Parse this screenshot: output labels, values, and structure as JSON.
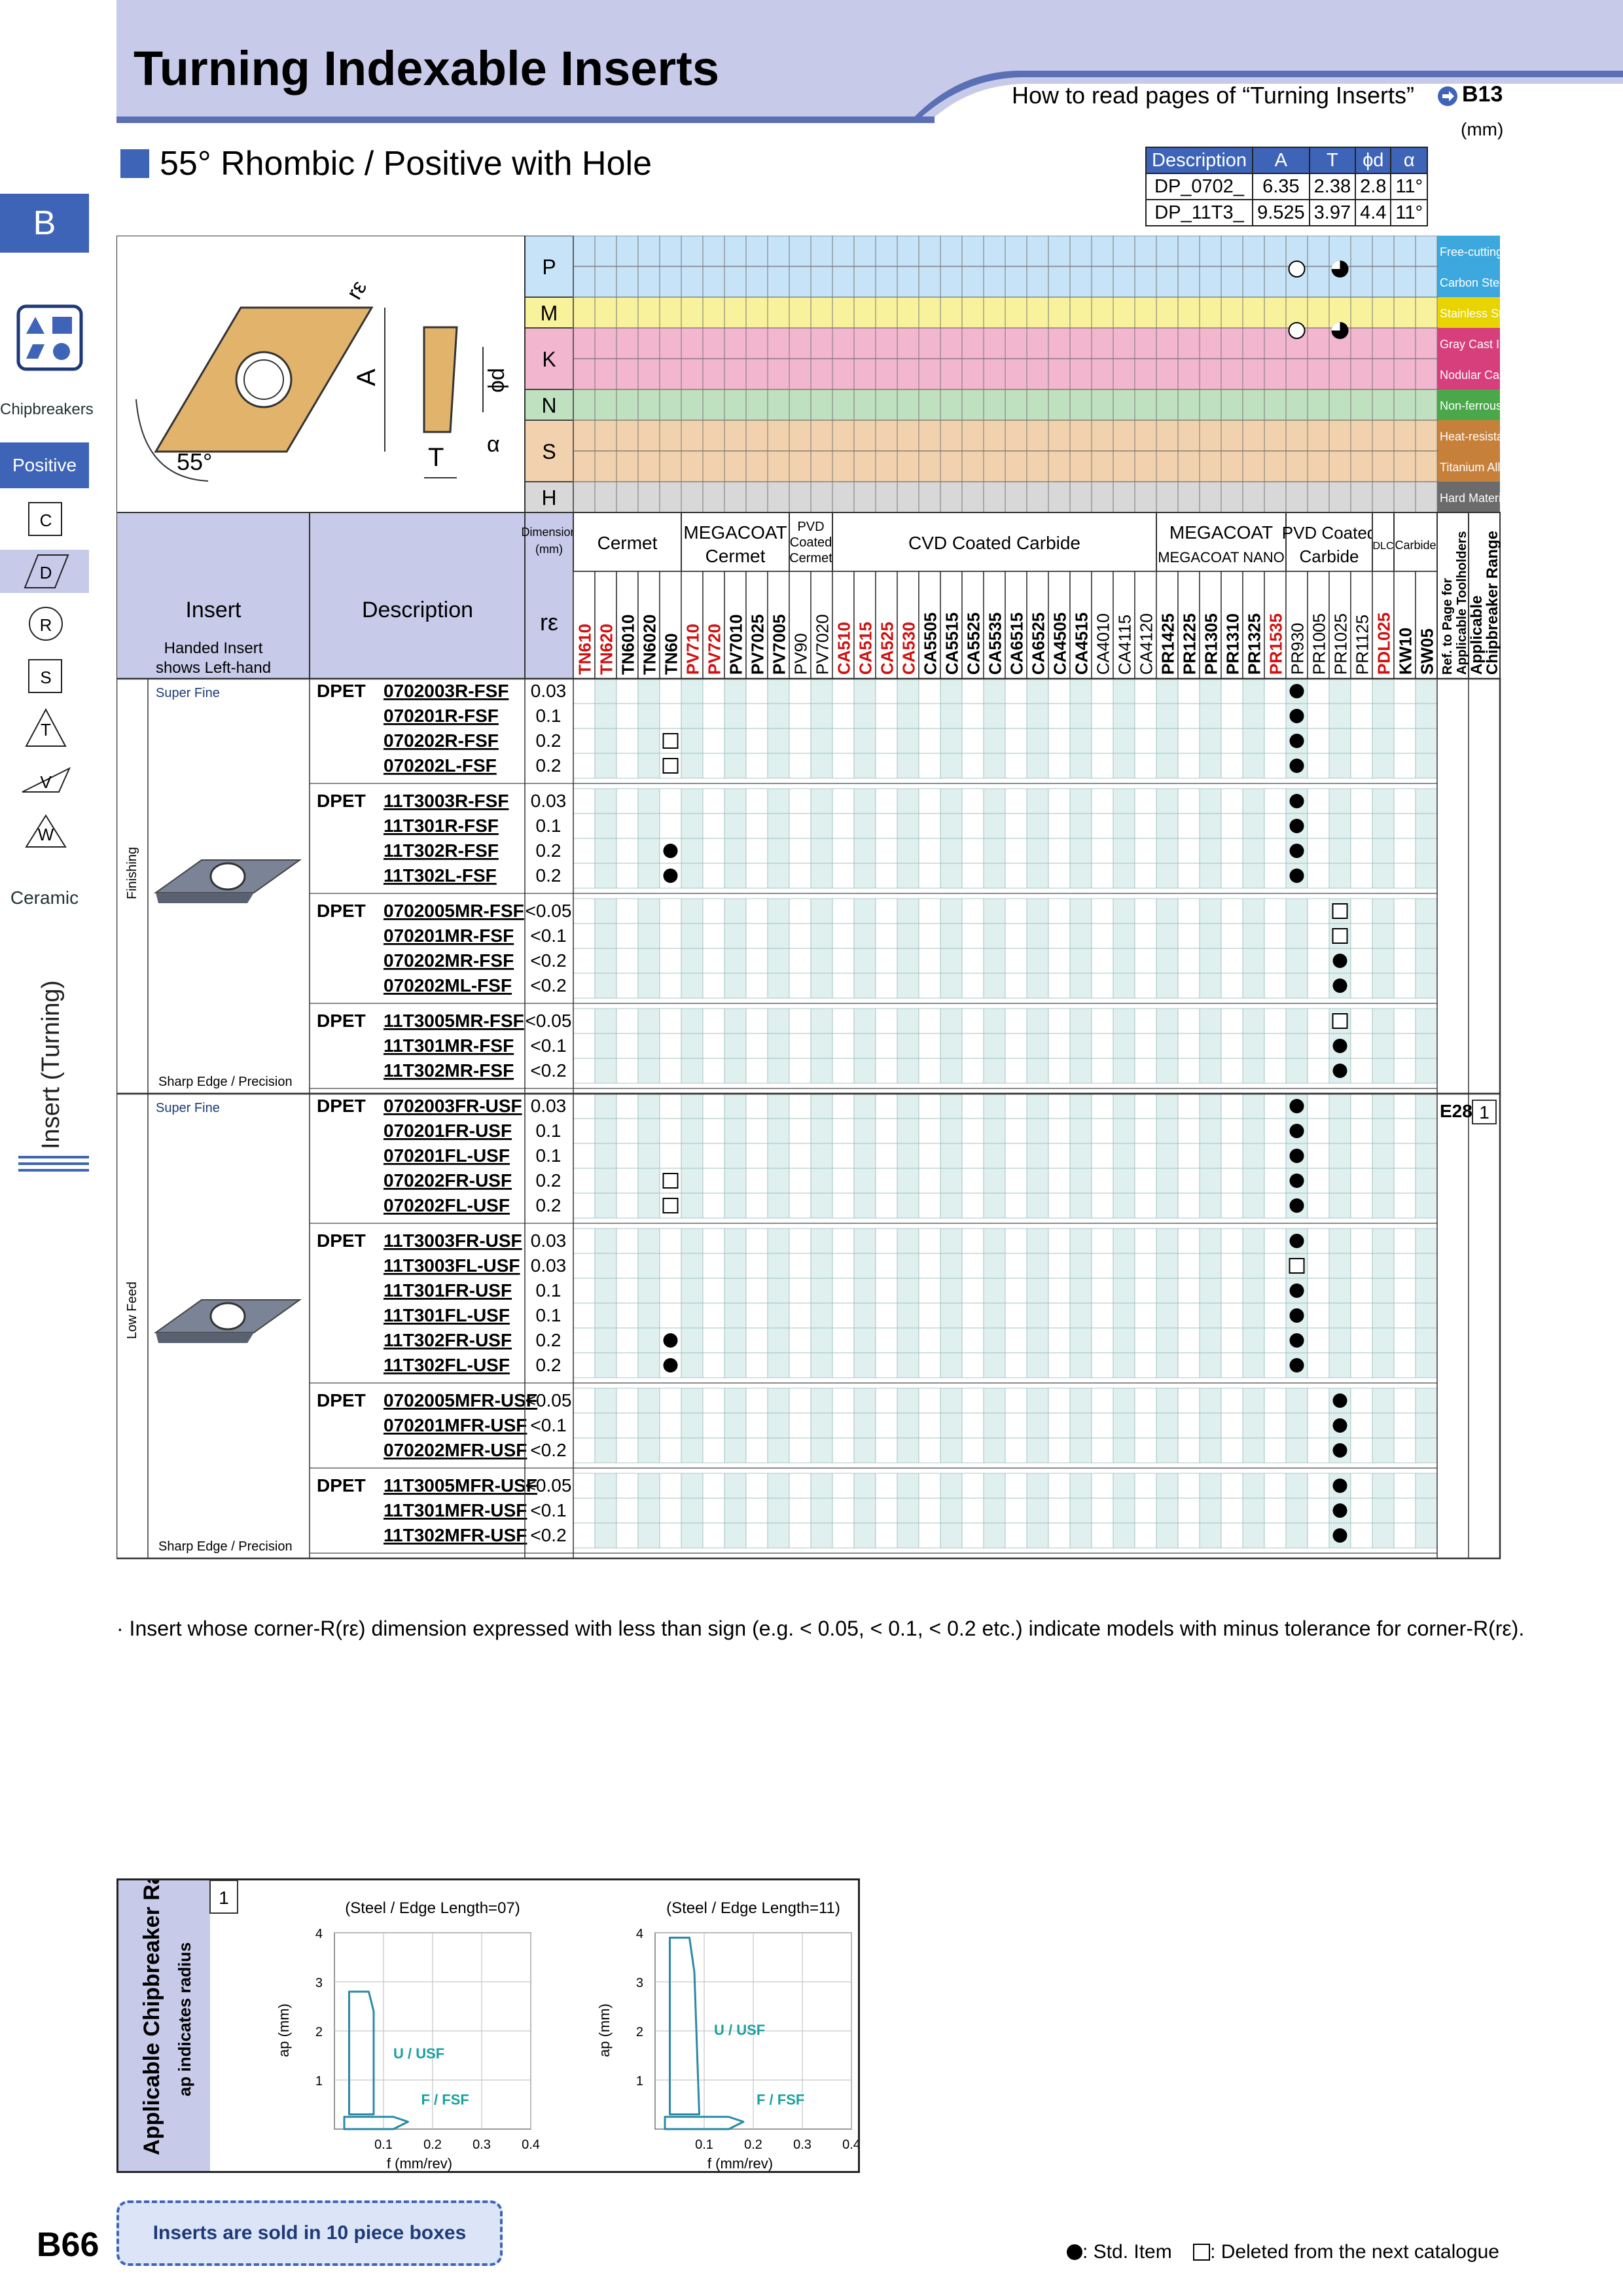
{
  "header": {
    "title": "Turning Indexable Inserts",
    "howto": "How to read pages of “Turning Inserts”",
    "howto_ref": "B13"
  },
  "section": {
    "title": "55° Rhombic / Positive with Hole",
    "unit": "(mm)"
  },
  "spec_table": {
    "headers": [
      "Description",
      "A",
      "T",
      "ϕd",
      "α"
    ],
    "rows": [
      [
        "DP_0702_",
        "6.35",
        "2.38",
        "2.8",
        "11°"
      ],
      [
        "DP_11T3_",
        "9.525",
        "3.97",
        "4.4",
        "11°"
      ]
    ]
  },
  "sidebar": {
    "letter": "B",
    "chipbreakers": "Chipbreakers",
    "positive": "Positive",
    "shapes": [
      "C",
      "D",
      "R",
      "S",
      "T",
      "V",
      "W"
    ],
    "ceramic": "Ceramic",
    "vertical": "Insert (Turning)"
  },
  "diagram": {
    "re": "rε",
    "A": "A",
    "phid": "ϕd",
    "T": "T",
    "alpha": "α",
    "angle": "55°"
  },
  "materials": [
    {
      "code": "P",
      "label": "Free-cutting steel",
      "color": "#c6e3f7"
    },
    {
      "code": "",
      "label": "Carbon Steel / Alloy Steel",
      "color": "#c6e3f7"
    },
    {
      "code": "M",
      "label": "Stainless Steel",
      "color": "#f9f29c"
    },
    {
      "code": "K",
      "label": "Gray Cast Iron",
      "color": "#f3b6cf"
    },
    {
      "code": "",
      "label": "Nodular Cast Iron",
      "color": "#f3b6cf"
    },
    {
      "code": "N",
      "label": "Non-ferrous Metals",
      "color": "#bfe1bf"
    },
    {
      "code": "S",
      "label": "Heat-resistant Alloys",
      "color": "#f2d2ae"
    },
    {
      "code": "",
      "label": "Titanium Alloys",
      "color": "#f2d2ae"
    },
    {
      "code": "H",
      "label": "Hard Materials",
      "color": "#d8d8d8"
    }
  ],
  "table_head": {
    "insert": "Insert",
    "handed": "Handed Insert",
    "handed2": "shows Left-hand",
    "description": "Description",
    "dimension": "Dimension",
    "dimension_unit": "(mm)",
    "re": "rε",
    "ref_page": "Ref. to Page for Applicable Toolholders",
    "chip_range": "Applicable Chipbreaker Range",
    "groups": [
      "Cermet",
      "MEGACOAT Cermet",
      "PVD Coated Cermet",
      "CVD Coated Carbide",
      "MEGACOAT MEGACOAT NANO",
      "PVD Coated Carbide",
      "DLC",
      "Carbide"
    ]
  },
  "grades": [
    {
      "n": "TN610",
      "c": "#d01010",
      "b": 1
    },
    {
      "n": "TN620",
      "c": "#d01010",
      "b": 1
    },
    {
      "n": "TN6010",
      "c": "#000",
      "b": 1
    },
    {
      "n": "TN6020",
      "c": "#000",
      "b": 1
    },
    {
      "n": "TN60",
      "c": "#000",
      "b": 1
    },
    {
      "n": "PV710",
      "c": "#d01010",
      "b": 1
    },
    {
      "n": "PV720",
      "c": "#d01010",
      "b": 1
    },
    {
      "n": "PV7010",
      "c": "#000",
      "b": 1
    },
    {
      "n": "PV7025",
      "c": "#000",
      "b": 1
    },
    {
      "n": "PV7005",
      "c": "#000",
      "b": 1
    },
    {
      "n": "PV90",
      "c": "#000",
      "b": 0
    },
    {
      "n": "PV7020",
      "c": "#000",
      "b": 0
    },
    {
      "n": "CA510",
      "c": "#d01010",
      "b": 1
    },
    {
      "n": "CA515",
      "c": "#d01010",
      "b": 1
    },
    {
      "n": "CA525",
      "c": "#d01010",
      "b": 1
    },
    {
      "n": "CA530",
      "c": "#d01010",
      "b": 1
    },
    {
      "n": "CA5505",
      "c": "#000",
      "b": 1
    },
    {
      "n": "CA5515",
      "c": "#000",
      "b": 1
    },
    {
      "n": "CA5525",
      "c": "#000",
      "b": 1
    },
    {
      "n": "CA5535",
      "c": "#000",
      "b": 1
    },
    {
      "n": "CA6515",
      "c": "#000",
      "b": 1
    },
    {
      "n": "CA6525",
      "c": "#000",
      "b": 1
    },
    {
      "n": "CA4505",
      "c": "#000",
      "b": 1
    },
    {
      "n": "CA4515",
      "c": "#000",
      "b": 1
    },
    {
      "n": "CA4010",
      "c": "#000",
      "b": 0
    },
    {
      "n": "CA4115",
      "c": "#000",
      "b": 0
    },
    {
      "n": "CA4120",
      "c": "#000",
      "b": 0
    },
    {
      "n": "PR1425",
      "c": "#000",
      "b": 1
    },
    {
      "n": "PR1225",
      "c": "#000",
      "b": 1
    },
    {
      "n": "PR1305",
      "c": "#000",
      "b": 1
    },
    {
      "n": "PR1310",
      "c": "#000",
      "b": 1
    },
    {
      "n": "PR1325",
      "c": "#000",
      "b": 1
    },
    {
      "n": "PR1535",
      "c": "#d01010",
      "b": 1
    },
    {
      "n": "PR930",
      "c": "#000",
      "b": 0
    },
    {
      "n": "PR1005",
      "c": "#000",
      "b": 0
    },
    {
      "n": "PR1025",
      "c": "#000",
      "b": 0
    },
    {
      "n": "PR1125",
      "c": "#000",
      "b": 0
    },
    {
      "n": "PDL025",
      "c": "#d01010",
      "b": 1
    },
    {
      "n": "KW10",
      "c": "#000",
      "b": 1
    },
    {
      "n": "SW05",
      "c": "#000",
      "b": 1
    }
  ],
  "sections": [
    {
      "label": "Finishing",
      "tag_top": "Super Fine",
      "tag_bottom": "Sharp Edge / Precision",
      "groups": [
        {
          "prefix": "DPET",
          "rows": [
            [
              "0702003R-FSF",
              "0.03",
              {
                "33": "d"
              }
            ],
            [
              "070201R-FSF",
              "0.1",
              {
                "33": "d"
              }
            ],
            [
              "070202R-FSF",
              "0.2",
              {
                "4": "s",
                "33": "d"
              }
            ],
            [
              "070202L-FSF",
              "0.2",
              {
                "4": "s",
                "33": "d"
              }
            ]
          ]
        },
        {
          "prefix": "DPET",
          "rows": [
            [
              "11T3003R-FSF",
              "0.03",
              {
                "33": "d"
              }
            ],
            [
              "11T301R-FSF",
              "0.1",
              {
                "33": "d"
              }
            ],
            [
              "11T302R-FSF",
              "0.2",
              {
                "4": "d",
                "33": "d"
              }
            ],
            [
              "11T302L-FSF",
              "0.2",
              {
                "4": "d",
                "33": "d"
              }
            ]
          ]
        },
        {
          "prefix": "DPET",
          "rows": [
            [
              "0702005MR-FSF",
              "<0.05",
              {
                "35": "s"
              }
            ],
            [
              "070201MR-FSF",
              "<0.1",
              {
                "35": "s"
              }
            ],
            [
              "070202MR-FSF",
              "<0.2",
              {
                "35": "d"
              }
            ],
            [
              "070202ML-FSF",
              "<0.2",
              {
                "35": "d"
              }
            ]
          ]
        },
        {
          "prefix": "DPET",
          "rows": [
            [
              "11T3005MR-FSF",
              "<0.05",
              {
                "35": "s"
              }
            ],
            [
              "11T301MR-FSF",
              "<0.1",
              {
                "35": "d"
              }
            ],
            [
              "11T302MR-FSF",
              "<0.2",
              {
                "35": "d"
              }
            ]
          ]
        }
      ]
    },
    {
      "label": "Low Feed",
      "tag_top": "Super Fine",
      "tag_bottom": "Sharp Edge / Precision",
      "groups": [
        {
          "prefix": "DPET",
          "rows": [
            [
              "0702003FR-USF",
              "0.03",
              {
                "33": "d"
              }
            ],
            [
              "070201FR-USF",
              "0.1",
              {
                "33": "d"
              }
            ],
            [
              "070201FL-USF",
              "0.1",
              {
                "33": "d"
              }
            ],
            [
              "070202FR-USF",
              "0.2",
              {
                "4": "s",
                "33": "d"
              }
            ],
            [
              "070202FL-USF",
              "0.2",
              {
                "4": "s",
                "33": "d"
              }
            ]
          ]
        },
        {
          "prefix": "DPET",
          "rows": [
            [
              "11T3003FR-USF",
              "0.03",
              {
                "33": "d"
              }
            ],
            [
              "11T3003FL-USF",
              "0.03",
              {
                "33": "s"
              }
            ],
            [
              "11T301FR-USF",
              "0.1",
              {
                "33": "d"
              }
            ],
            [
              "11T301FL-USF",
              "0.1",
              {
                "33": "d"
              }
            ],
            [
              "11T302FR-USF",
              "0.2",
              {
                "4": "d",
                "33": "d"
              }
            ],
            [
              "11T302FL-USF",
              "0.2",
              {
                "4": "d",
                "33": "d"
              }
            ]
          ]
        },
        {
          "prefix": "DPET",
          "rows": [
            [
              "0702005MFR-USF",
              "<0.05",
              {
                "35": "d"
              }
            ],
            [
              "070201MFR-USF",
              "<0.1",
              {
                "35": "d"
              }
            ],
            [
              "070202MFR-USF",
              "<0.2",
              {
                "35": "d"
              }
            ]
          ]
        },
        {
          "prefix": "DPET",
          "rows": [
            [
              "11T3005MFR-USF",
              "<0.05",
              {
                "35": "d"
              }
            ],
            [
              "11T301MFR-USF",
              "<0.1",
              {
                "35": "d"
              }
            ],
            [
              "11T302MFR-USF",
              "<0.2",
              {
                "35": "d"
              }
            ]
          ]
        }
      ]
    }
  ],
  "ref": {
    "page": "E28",
    "range": "1"
  },
  "note": "· Insert whose corner-R(rε) dimension expressed with less than sign (e.g. < 0.05, < 0.1, < 0.2 etc.) indicate models with minus tolerance for corner-R(rε).",
  "chips": {
    "title": "Applicable Chipbreaker Range",
    "subtitle": "ap indicates radius",
    "index": "1",
    "ylabel": "ap (mm)",
    "xlabel": "f (mm/rev)"
  },
  "chart_data": [
    {
      "type": "area",
      "title": "(Steel / Edge Length=07)",
      "xlabel": "f (mm/rev)",
      "ylabel": "ap (mm)",
      "xlim": [
        0,
        0.4
      ],
      "ylim": [
        0,
        4
      ],
      "xticks": [
        0.1,
        0.2,
        0.3,
        0.4
      ],
      "yticks": [
        1,
        2,
        3,
        4
      ],
      "series": [
        {
          "name": "U / USF",
          "points": [
            [
              0.03,
              0.3
            ],
            [
              0.03,
              2.8
            ],
            [
              0.07,
              2.8
            ],
            [
              0.08,
              2.4
            ],
            [
              0.08,
              0.3
            ]
          ]
        },
        {
          "name": "F / FSF",
          "points": [
            [
              0.02,
              0.0
            ],
            [
              0.02,
              0.25
            ],
            [
              0.12,
              0.25
            ],
            [
              0.15,
              0.15
            ],
            [
              0.12,
              0.0
            ]
          ]
        }
      ]
    },
    {
      "type": "area",
      "title": "(Steel / Edge Length=11)",
      "xlabel": "f (mm/rev)",
      "ylabel": "ap (mm)",
      "xlim": [
        0,
        0.4
      ],
      "ylim": [
        0,
        4
      ],
      "xticks": [
        0.1,
        0.2,
        0.3,
        0.4
      ],
      "yticks": [
        1,
        2,
        3,
        4
      ],
      "series": [
        {
          "name": "U / USF",
          "points": [
            [
              0.03,
              0.3
            ],
            [
              0.03,
              3.9
            ],
            [
              0.07,
              3.9
            ],
            [
              0.08,
              3.2
            ],
            [
              0.09,
              0.3
            ]
          ]
        },
        {
          "name": "F / FSF",
          "points": [
            [
              0.02,
              0.0
            ],
            [
              0.02,
              0.25
            ],
            [
              0.15,
              0.25
            ],
            [
              0.18,
              0.15
            ],
            [
              0.15,
              0.0
            ]
          ]
        }
      ]
    }
  ],
  "footer": {
    "box": "Inserts are sold in 10 piece boxes",
    "page": "B66",
    "std": ": Std. Item",
    "deleted": ": Deleted from the next catalogue"
  }
}
